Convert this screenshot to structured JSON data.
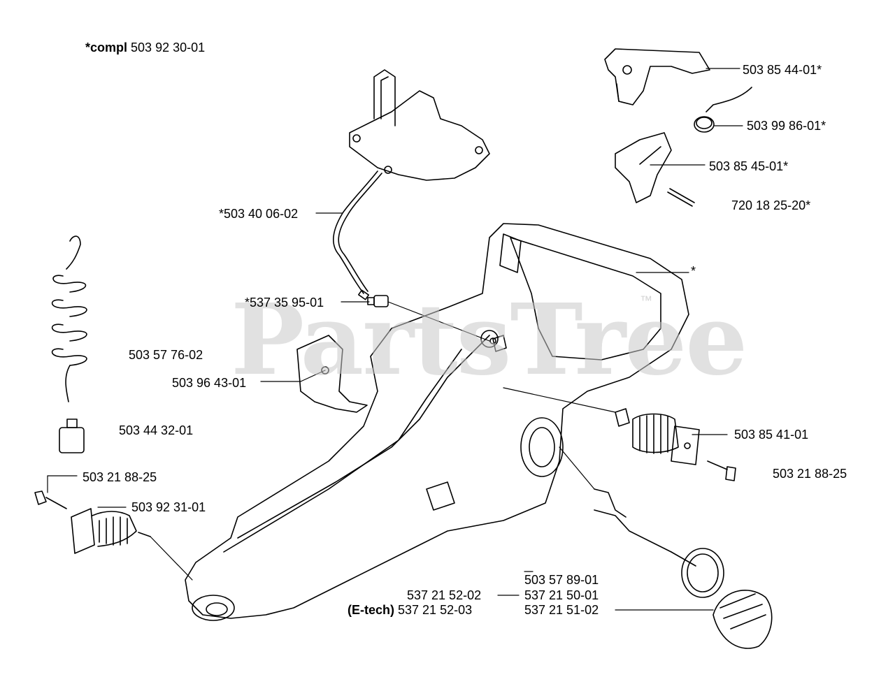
{
  "watermark": {
    "text": "PartsTree",
    "trademark": "™"
  },
  "labels": {
    "compl_prefix": "*compl",
    "compl_number": "503 92 30-01",
    "l_503854401": "503 85 44-01*",
    "l_503998601": "503 99 86-01*",
    "l_503854501": "503 85 45-01*",
    "l_720182520": "720 18 25-20*",
    "l_503400602": "*503 40 06-02",
    "l_star": "*",
    "l_537359501": "*537 35 95-01",
    "l_503577602": "503 57 76-02",
    "l_503964301": "503 96 43-01",
    "l_503443201": "503 44 32-01",
    "l_503218825_left": "503 21 88-25",
    "l_503923101": "503 92 31-01",
    "l_503854101": "503 85 41-01",
    "l_503218825_right": "503 21 88-25",
    "l_503578901": "503 57 89-01",
    "l_537215202": "537 21 52-02",
    "l_537215001": "537 21 50-01",
    "etech_prefix": "(E-tech)",
    "l_537215203": "537 21 52-03",
    "l_537215102": "537 21 51-02"
  }
}
